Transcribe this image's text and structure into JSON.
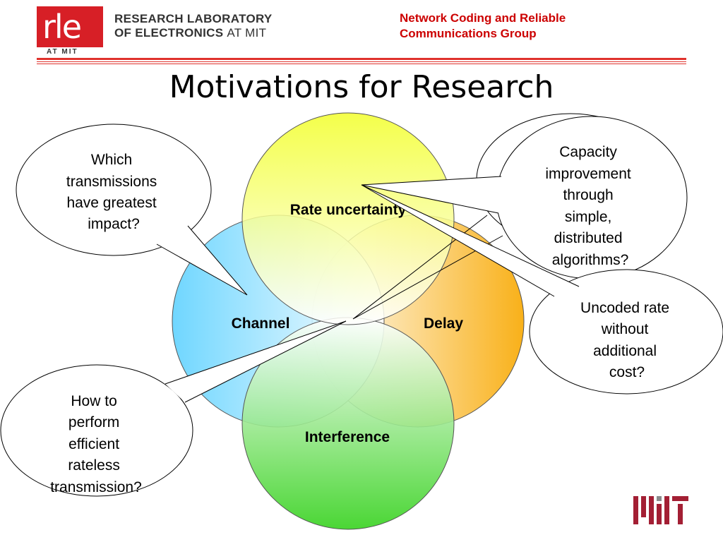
{
  "header": {
    "logo_text": "rle",
    "logo_sub": "AT MIT",
    "lab_line1": "RESEARCH LABORATORY",
    "lab_line2": "OF ELECTRONICS",
    "lab_line2_suffix": "AT MIT",
    "group_line1": "Network Coding and Reliable",
    "group_line2": "Communications Group"
  },
  "title": "Motivations for Research",
  "diagram": {
    "circles": [
      {
        "label": "Rate uncertainty",
        "color": "#f2ff2a"
      },
      {
        "label": "Channel",
        "color": "#60d2ff"
      },
      {
        "label": "Delay",
        "color": "#f8a800"
      },
      {
        "label": "Interference",
        "color": "#37d21f"
      }
    ],
    "callouts": [
      {
        "lines": [
          "Which",
          "transmissions",
          "have greatest",
          "impact?"
        ]
      },
      {
        "lines": [
          "Capacity",
          "improvement",
          "through",
          "simple,",
          "distributed",
          "algorithms?"
        ]
      },
      {
        "lines": [
          "Uncoded rate",
          "without",
          "additional",
          "cost?"
        ]
      },
      {
        "lines": [
          "How to",
          "perform",
          "efficient",
          "rateless",
          "transmission?"
        ]
      }
    ]
  },
  "footer": {
    "logo_name": "mit-logo"
  }
}
